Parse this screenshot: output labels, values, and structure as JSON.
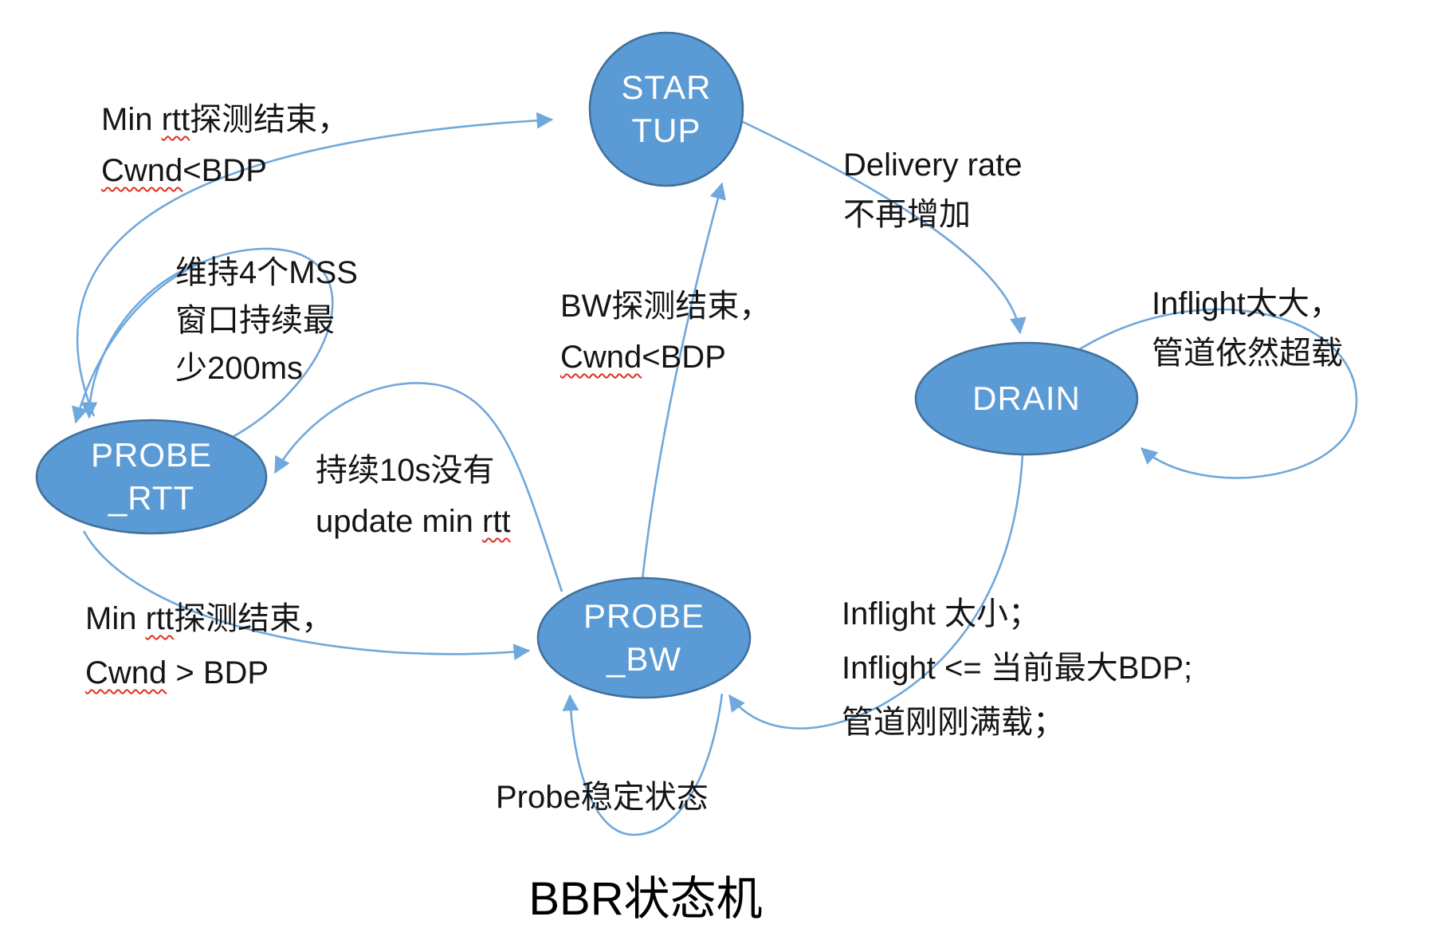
{
  "title": {
    "latin": "BBR",
    "cjk": "状态机"
  },
  "colors": {
    "node_fill": "#5B9BD5",
    "node_stroke": "#41719C",
    "arrow": "#6FA8DC",
    "squiggle": "#E0301E",
    "text": "#151515",
    "bg": "#ffffff"
  },
  "states": {
    "startup": {
      "line1": "STAR",
      "line2": "TUP"
    },
    "drain": {
      "line1": "DRAIN"
    },
    "probe_rtt": {
      "line1": "PROBE",
      "line2": "_RTT"
    },
    "probe_bw": {
      "line1": "PROBE",
      "line2": "_BW"
    }
  },
  "edge_labels": {
    "rtt_end_small": {
      "l1_pre": "Min ",
      "l1_sq": "rtt",
      "l1_post": "探测结束，",
      "l2_sq": "Cwnd",
      "l2_post": "<BDP"
    },
    "keep_mss": {
      "l1": "维持4个MSS",
      "l2": "窗口持续最",
      "l3": "少200ms"
    },
    "bw_end": {
      "l1": "BW探测结束，",
      "l2_sq": "Cwnd",
      "l2_post": "<BDP"
    },
    "delivery": {
      "l1": "Delivery rate",
      "l2": "不再增加"
    },
    "inflight_big": {
      "l1": "Inflight太大，",
      "l2": "管道依然超载"
    },
    "no_update": {
      "l1": "持续10s没有",
      "l2_pre": "update min ",
      "l2_sq": "rtt"
    },
    "rtt_end_big": {
      "l1_pre": "Min ",
      "l1_sq": "rtt",
      "l1_post": "探测结束，",
      "l2_sq": "Cwnd",
      "l2_post": " > BDP"
    },
    "inflight_small": {
      "l1": "Inflight 太小；",
      "l2": "Inflight <= 当前最大BDP;",
      "l3": "管道刚刚满载；"
    },
    "probe_stable": {
      "l1": "Probe稳定状态"
    }
  }
}
